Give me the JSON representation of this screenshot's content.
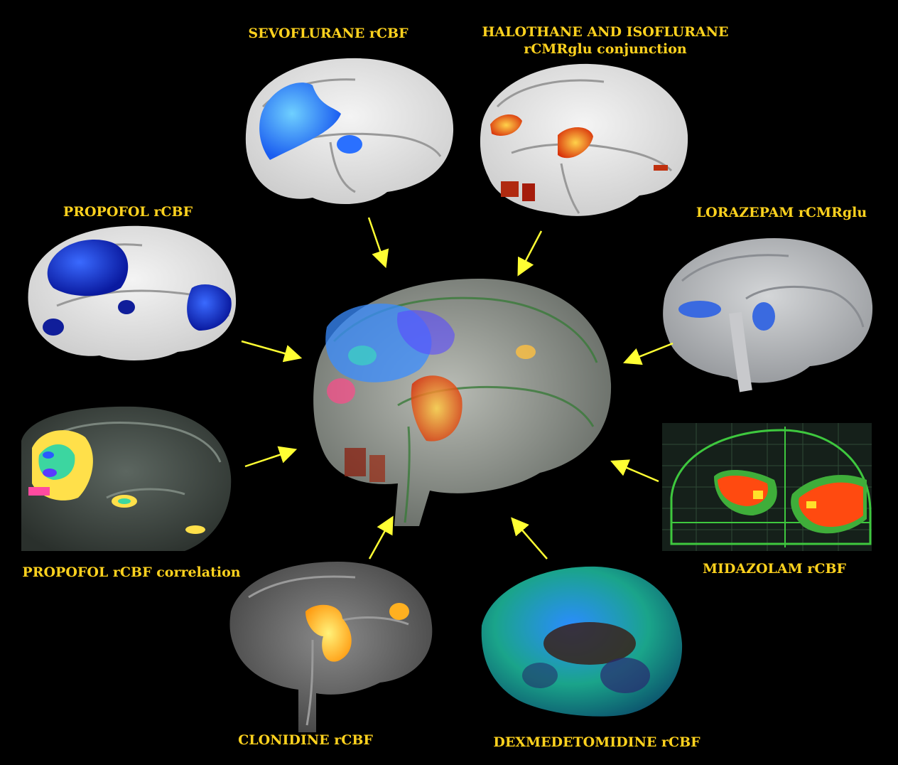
{
  "colors": {
    "background": "#000000",
    "label": "#ffd21e",
    "arrow": "#ffff33",
    "blue_activation": "#1e6bff",
    "orange_activation": "#ff6a10"
  },
  "labels": {
    "sevoflurane": "SEVOFLURANE rCBF",
    "halothane_line1": "HALOTHANE AND ISOFLURANE",
    "halothane_line2": "rCMRglu conjunction",
    "propofol": "PROPOFOL rCBF",
    "lorazepam": "LORAZEPAM rCMRglu",
    "propofol_corr": "PROPOFOL rCBF correlation",
    "midazolam": "MIDAZOLAM rCBF",
    "clonidine": "CLONIDINE rCBF",
    "dexmedetomidine": "DEXMEDETOMIDINE rCBF"
  },
  "panels": [
    {
      "id": "sevoflurane",
      "style": "white-cortex",
      "activation": "blue"
    },
    {
      "id": "halothane",
      "style": "white-cortex",
      "activation": "orange"
    },
    {
      "id": "propofol",
      "style": "white-cortex",
      "activation": "dark-blue"
    },
    {
      "id": "lorazepam",
      "style": "gray-cortex",
      "activation": "blue"
    },
    {
      "id": "propofol_corr",
      "style": "dark-mri",
      "activation": "rainbow"
    },
    {
      "id": "midazolam",
      "style": "glass-brain",
      "activation": "orange-green"
    },
    {
      "id": "clonidine",
      "style": "gray-mri",
      "activation": "yellow"
    },
    {
      "id": "dexmedetomidine",
      "style": "blue-map",
      "activation": "blue-green"
    },
    {
      "id": "center",
      "style": "composite-overlay",
      "activation": "mixed"
    }
  ]
}
